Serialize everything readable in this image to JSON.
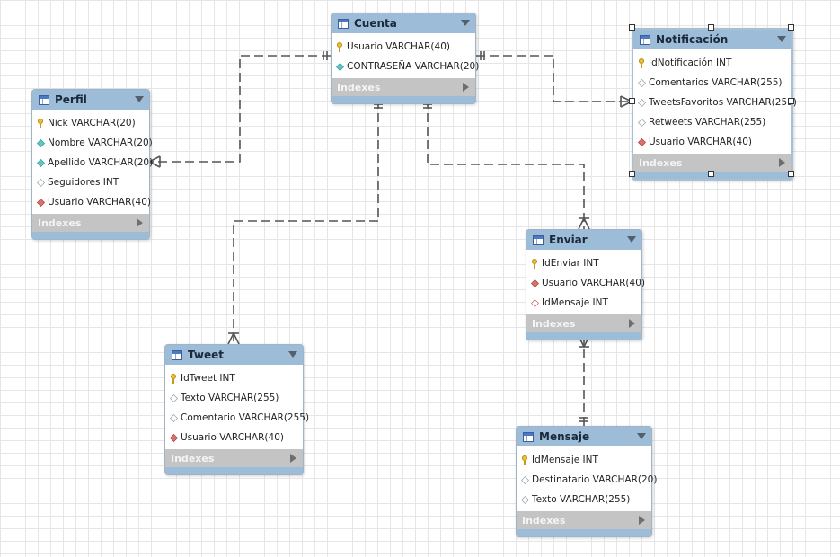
{
  "colors": {
    "header": "#9dbcd8",
    "indexes_bar": "#c4c4c4",
    "connector": "#555555",
    "pk_key": "#f1c232",
    "not_null_column": "#5fc9c9",
    "nullable_column": "#ffffff",
    "foreign_key": "#d9736b"
  },
  "entities": {
    "cuenta": {
      "title": "Cuenta",
      "indexes": "Indexes",
      "columns": [
        {
          "text": "Usuario VARCHAR(40)",
          "icon": "primary-key-icon"
        },
        {
          "text": "CONTRASEÑA VARCHAR(20)",
          "icon": "not-null-column-icon"
        }
      ]
    },
    "perfil": {
      "title": "Perfil",
      "indexes": "Indexes",
      "columns": [
        {
          "text": "Nick VARCHAR(20)",
          "icon": "primary-key-icon"
        },
        {
          "text": "Nombre VARCHAR(20)",
          "icon": "not-null-column-icon"
        },
        {
          "text": "Apellido VARCHAR(20)",
          "icon": "not-null-column-icon"
        },
        {
          "text": "Seguidores INT",
          "icon": "nullable-column-icon"
        },
        {
          "text": "Usuario VARCHAR(40)",
          "icon": "foreign-key-icon"
        }
      ]
    },
    "notificacion": {
      "title": "Notificación",
      "indexes": "Indexes",
      "columns": [
        {
          "text": "IdNotificación INT",
          "icon": "primary-key-icon"
        },
        {
          "text": "Comentarios VARCHAR(255)",
          "icon": "nullable-column-icon"
        },
        {
          "text": "TweetsFavoritos VARCHAR(255)",
          "icon": "nullable-column-icon"
        },
        {
          "text": "Retweets VARCHAR(255)",
          "icon": "nullable-column-icon"
        },
        {
          "text": "Usuario VARCHAR(40)",
          "icon": "foreign-key-icon"
        }
      ]
    },
    "enviar": {
      "title": "Enviar",
      "indexes": "Indexes",
      "columns": [
        {
          "text": "IdEnviar INT",
          "icon": "primary-key-icon"
        },
        {
          "text": "Usuario VARCHAR(40)",
          "icon": "foreign-key-icon"
        },
        {
          "text": "IdMensaje INT",
          "icon": "foreign-key-outline-icon"
        }
      ]
    },
    "tweet": {
      "title": "Tweet",
      "indexes": "Indexes",
      "columns": [
        {
          "text": "IdTweet INT",
          "icon": "primary-key-icon"
        },
        {
          "text": "Texto VARCHAR(255)",
          "icon": "nullable-column-icon"
        },
        {
          "text": "Comentario VARCHAR(255)",
          "icon": "nullable-column-icon"
        },
        {
          "text": "Usuario VARCHAR(40)",
          "icon": "foreign-key-icon"
        }
      ]
    },
    "mensaje": {
      "title": "Mensaje",
      "indexes": "Indexes",
      "columns": [
        {
          "text": "IdMensaje INT",
          "icon": "primary-key-icon"
        },
        {
          "text": "Destinatario VARCHAR(20)",
          "icon": "nullable-column-icon"
        },
        {
          "text": "Texto VARCHAR(255)",
          "icon": "nullable-column-icon"
        }
      ]
    }
  },
  "relationships": [
    {
      "from": "cuenta",
      "to": "perfil",
      "from_end": "one",
      "to_end": "many"
    },
    {
      "from": "cuenta",
      "to": "notificacion",
      "from_end": "one",
      "to_end": "many"
    },
    {
      "from": "cuenta",
      "to": "tweet",
      "from_end": "one",
      "to_end": "many"
    },
    {
      "from": "cuenta",
      "to": "enviar",
      "from_end": "one",
      "to_end": "many"
    },
    {
      "from": "mensaje",
      "to": "enviar",
      "from_end": "one",
      "to_end": "many"
    }
  ],
  "selected_entity": "notificacion"
}
